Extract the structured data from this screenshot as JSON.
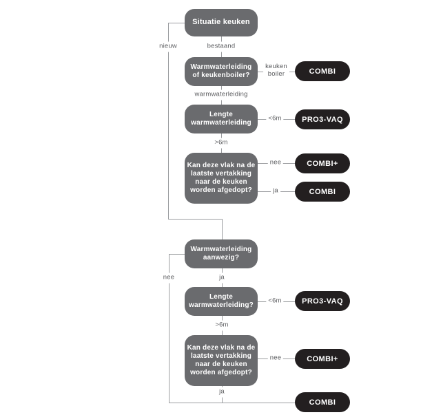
{
  "diagram": {
    "type": "flowchart",
    "language": "nl",
    "colors": {
      "node_bg": "#6a6b6e",
      "node_text": "#ffffff",
      "result_bg": "#231f20",
      "result_text": "#ffffff",
      "line": "#9a9c9f",
      "edge_label_text": "#5a5b5e",
      "background": "#ffffff"
    },
    "nodes": {
      "situatie_keuken": "Situatie keuken",
      "warmwaterleiding_of_keukenboiler": "Warmwaterleiding\nof keukenboiler?",
      "lengte_warmwaterleiding_1": "Lengte\nwarmwaterleiding",
      "afdoppen_1": "Kan deze vlak na de\nlaatste vertakking\nnaar de keuken\nworden afgedopt?",
      "warmwaterleiding_aanwezig": "Warmwaterleiding\naanwezig?",
      "lengte_warmwaterleiding_2": "Lengte\nwarmwaterleiding?",
      "afdoppen_2": "Kan deze vlak na de\nlaatste vertakking\nnaar de keuken\nworden afgedopt?"
    },
    "results": {
      "combi_1": "COMBI",
      "pro3vaq_1": "PRO3-VAQ",
      "combi_plus_1": "COMBI+",
      "combi_2": "COMBI",
      "pro3vaq_2": "PRO3-VAQ",
      "combi_plus_2": "COMBI+",
      "combi_3": "COMBI"
    },
    "edge_labels": {
      "nieuw": "nieuw",
      "bestaand": "bestaand",
      "keuken_boiler": "keuken\nboiler",
      "warmwaterleiding": "warmwaterleiding",
      "lt6m_1": "<6m",
      "gt6m_1": ">6m",
      "nee_1": "nee",
      "ja_1": "ja",
      "nee_left": "nee",
      "ja_2": "ja",
      "lt6m_2": "<6m",
      "gt6m_2": ">6m",
      "nee_2": "nee",
      "ja_3": "ja"
    }
  }
}
